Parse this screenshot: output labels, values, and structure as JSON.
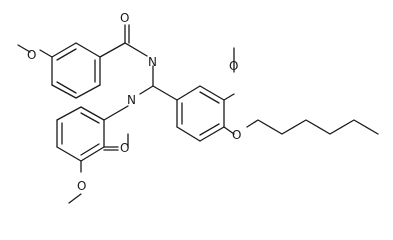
{
  "molecule": {
    "labels": {
      "o_carbonyl_top": "O",
      "n_top": "N",
      "o_methoxy_top_ring": "O",
      "o_methoxy_right_ring": "O",
      "n_bottom": "N",
      "o_carbonyl_bottom": "O",
      "o_heptyloxy": "O",
      "o_methoxy_bottom_ring": "O"
    }
  }
}
